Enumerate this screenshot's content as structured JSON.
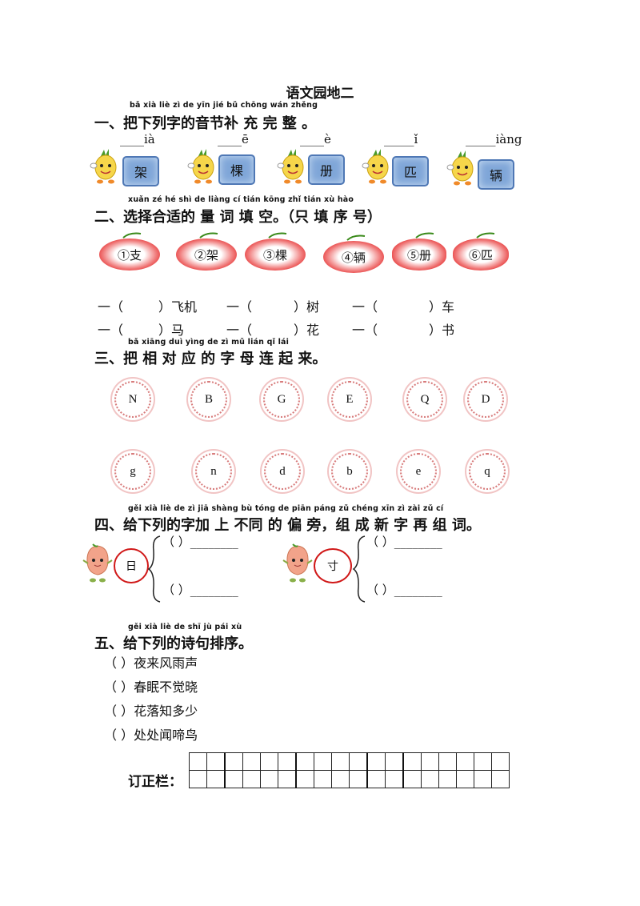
{
  "title": "语文园地二",
  "s1": {
    "pinyin": "bǎ xià liè zì  de yīn jié bǔ chōng wán zhěng",
    "heading": "一、把下列字的音节补 充 完 整 。",
    "blanks": [
      "____ià",
      "____ē",
      "____è",
      "_____ǐ",
      "_____iàng"
    ],
    "chars": [
      "架",
      "棵",
      "册",
      "匹",
      "辆"
    ]
  },
  "s2": {
    "pinyin": "xuǎn zé  hé shì de liàng cí tián kōng      zhǐ tián xù hào",
    "heading": "二、选择合适的 量 词 填 空。（只 填 序 号）",
    "options": [
      "①支",
      "②架",
      "③棵",
      "④辆",
      "⑤册",
      "⑥匹"
    ],
    "rows": [
      [
        {
          "pre": "一（",
          "post": "）飞机"
        },
        {
          "pre": "一（",
          "post": "）树"
        },
        {
          "pre": "一（",
          "post": "）车"
        }
      ],
      [
        {
          "pre": "一（",
          "post": "）马"
        },
        {
          "pre": "一（",
          "post": "）花"
        },
        {
          "pre": "一（",
          "post": "）书"
        }
      ]
    ]
  },
  "s3": {
    "pinyin": "bǎ xiāng duì yìng de  zì  mǔ lián qǐ lái",
    "heading": "三、把 相 对 应 的 字 母 连 起 来。",
    "upper": [
      "N",
      "B",
      "G",
      "E",
      "Q",
      "D"
    ],
    "lower": [
      "g",
      "n",
      "d",
      "b",
      "e",
      "q"
    ]
  },
  "s4": {
    "pinyin": "gěi xià liè  de  zì jiā shàng bù tóng de piān páng    zǔ chéng xīn zì zài zǔ  cí",
    "heading": "四、给下列的字加 上 不同 的 偏 旁，组 成 新 字 再 组 词。",
    "chars": [
      "日",
      "寸"
    ],
    "line": "（      ）________"
  },
  "s5": {
    "pinyin": "gěi xià liè de shī jù pái xù",
    "heading": "五、给下列的诗句排序。",
    "lines": [
      "（        ）夜来风雨声",
      "（        ）春眠不觉晓",
      "（        ）花落知多少",
      "（        ）处处闻啼鸟"
    ]
  },
  "correction": {
    "label": "订正栏："
  }
}
